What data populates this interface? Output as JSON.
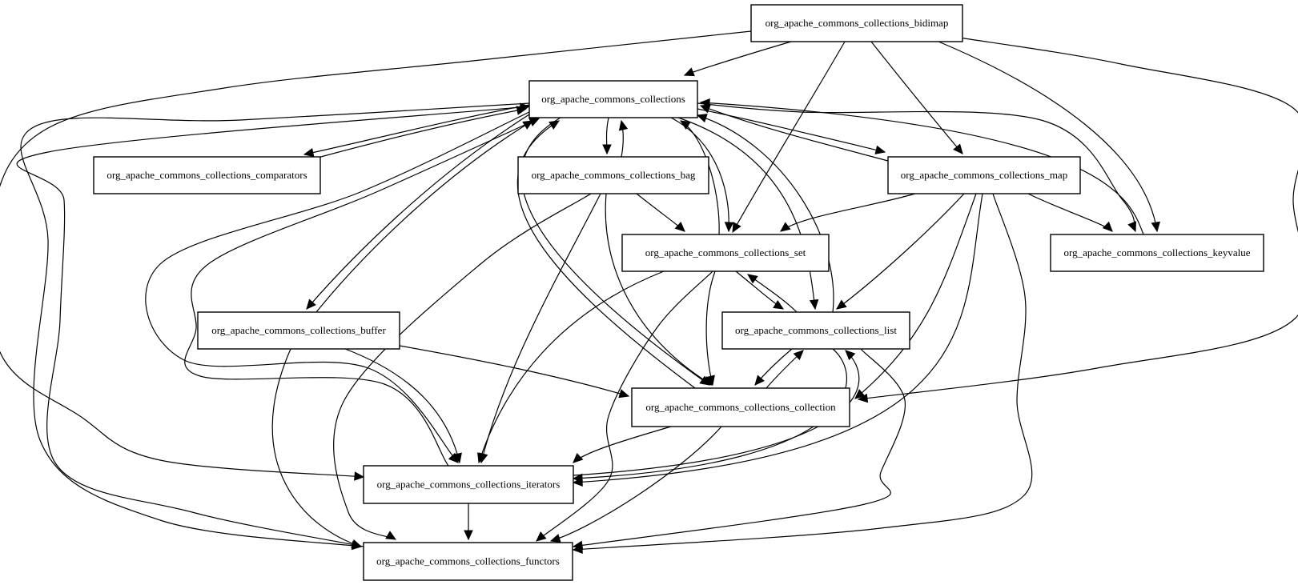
{
  "nodes": [
    {
      "id": "bidimap",
      "label": "org_apache_commons_collections_bidimap"
    },
    {
      "id": "collections",
      "label": "org_apache_commons_collections"
    },
    {
      "id": "comparators",
      "label": "org_apache_commons_collections_comparators"
    },
    {
      "id": "bag",
      "label": "org_apache_commons_collections_bag"
    },
    {
      "id": "map",
      "label": "org_apache_commons_collections_map"
    },
    {
      "id": "set",
      "label": "org_apache_commons_collections_set"
    },
    {
      "id": "keyvalue",
      "label": "org_apache_commons_collections_keyvalue"
    },
    {
      "id": "buffer",
      "label": "org_apache_commons_collections_buffer"
    },
    {
      "id": "list",
      "label": "org_apache_commons_collections_list"
    },
    {
      "id": "collection",
      "label": "org_apache_commons_collections_collection"
    },
    {
      "id": "iterators",
      "label": "org_apache_commons_collections_iterators"
    },
    {
      "id": "functors",
      "label": "org_apache_commons_collections_functors"
    }
  ],
  "edges": [
    {
      "from": "bidimap",
      "to": "collections"
    },
    {
      "from": "bidimap",
      "to": "iterators"
    },
    {
      "from": "bidimap",
      "to": "set"
    },
    {
      "from": "bidimap",
      "to": "map"
    },
    {
      "from": "bidimap",
      "to": "keyvalue"
    },
    {
      "from": "bidimap",
      "to": "collection"
    },
    {
      "from": "collections",
      "to": "comparators"
    },
    {
      "from": "comparators",
      "to": "collections"
    },
    {
      "from": "collections",
      "to": "bag"
    },
    {
      "from": "bag",
      "to": "collections"
    },
    {
      "from": "collections",
      "to": "map"
    },
    {
      "from": "map",
      "to": "collections"
    },
    {
      "from": "collections",
      "to": "set"
    },
    {
      "from": "set",
      "to": "collections"
    },
    {
      "from": "collections",
      "to": "keyvalue"
    },
    {
      "from": "keyvalue",
      "to": "collections"
    },
    {
      "from": "collections",
      "to": "buffer"
    },
    {
      "from": "buffer",
      "to": "collections"
    },
    {
      "from": "collections",
      "to": "list"
    },
    {
      "from": "list",
      "to": "collections"
    },
    {
      "from": "collections",
      "to": "collection"
    },
    {
      "from": "collection",
      "to": "collections"
    },
    {
      "from": "collections",
      "to": "iterators"
    },
    {
      "from": "iterators",
      "to": "collections"
    },
    {
      "from": "collections",
      "to": "functors"
    },
    {
      "from": "functors",
      "to": "collections"
    },
    {
      "from": "bag",
      "to": "set"
    },
    {
      "from": "bag",
      "to": "collection"
    },
    {
      "from": "bag",
      "to": "iterators"
    },
    {
      "from": "bag",
      "to": "functors"
    },
    {
      "from": "map",
      "to": "set"
    },
    {
      "from": "map",
      "to": "keyvalue"
    },
    {
      "from": "map",
      "to": "list"
    },
    {
      "from": "map",
      "to": "collection"
    },
    {
      "from": "map",
      "to": "iterators"
    },
    {
      "from": "map",
      "to": "functors"
    },
    {
      "from": "set",
      "to": "list"
    },
    {
      "from": "list",
      "to": "set"
    },
    {
      "from": "set",
      "to": "collection"
    },
    {
      "from": "set",
      "to": "iterators"
    },
    {
      "from": "set",
      "to": "functors"
    },
    {
      "from": "buffer",
      "to": "collection"
    },
    {
      "from": "buffer",
      "to": "iterators"
    },
    {
      "from": "buffer",
      "to": "functors"
    },
    {
      "from": "list",
      "to": "collection"
    },
    {
      "from": "collection",
      "to": "list"
    },
    {
      "from": "list",
      "to": "iterators"
    },
    {
      "from": "iterators",
      "to": "list"
    },
    {
      "from": "list",
      "to": "functors"
    },
    {
      "from": "collection",
      "to": "iterators"
    },
    {
      "from": "collection",
      "to": "functors"
    },
    {
      "from": "iterators",
      "to": "functors"
    }
  ]
}
